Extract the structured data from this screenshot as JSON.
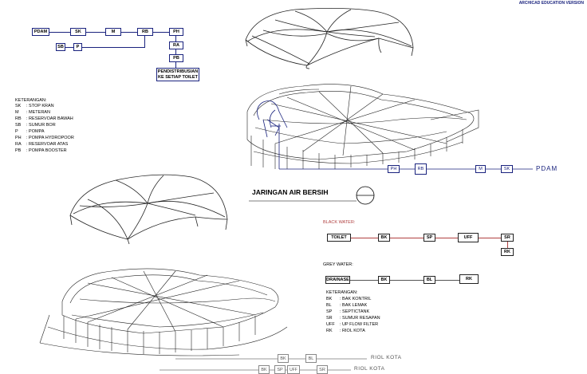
{
  "watermark": "ARCHICAD EDUCATION VERSION",
  "clean_water_flow": {
    "boxes": {
      "pdam": "PDAM",
      "sk": "SK",
      "m": "M",
      "rb": "RB",
      "ph": "PH",
      "sb": "SB",
      "p": "P",
      "ra": "RA",
      "pb": "PB",
      "dist_line1": "PENDISTRIBUSIAN",
      "dist_line2": "KE SETIAP TOILET"
    },
    "legend_title": "KETERANGAN:",
    "legend": [
      {
        "key": "SK",
        "desc": ": STOP KRAN"
      },
      {
        "key": "M",
        "desc": ": METERAN"
      },
      {
        "key": "RB",
        "desc": ": RESERVOAR BAWAH"
      },
      {
        "key": "SB",
        "desc": ": SUMUR BOR"
      },
      {
        "key": "P",
        "desc": ": POMPA"
      },
      {
        "key": "PH",
        "desc": ": POMPA HYDROPOOR"
      },
      {
        "key": "RA",
        "desc": ": RESERVOAR ATAS"
      },
      {
        "key": "PB",
        "desc": ": POMPA BOOSTER"
      }
    ]
  },
  "section_title": "JARINGAN AIR BERSIH",
  "pipe_labels_top": {
    "ph": "PH",
    "rb": "RB",
    "m": "M",
    "sk": "SK",
    "pdam": "PDAM"
  },
  "black_water": {
    "heading": "BLACK WATER:",
    "boxes": {
      "toilet": "TOILET",
      "bk": "BK",
      "sp": "SP",
      "uff": "UFF",
      "sr": "SR",
      "rk": "RK"
    }
  },
  "grey_water": {
    "heading": "GREY WATER:",
    "boxes": {
      "drainase": "DRAINASE",
      "bk": "BK",
      "bl": "BL",
      "rk": "RK"
    }
  },
  "waste_legend_title": "KETERANGAN:",
  "waste_legend": [
    {
      "key": "BK",
      "desc": ": BAK KONTRIL"
    },
    {
      "key": "BL",
      "desc": ": BAK LEMAK"
    },
    {
      "key": "SP",
      "desc": ": SEPTICTANK"
    },
    {
      "key": "SR",
      "desc": ": SUMUR RESAPAN"
    },
    {
      "key": "UFF",
      "desc": ": UP FLOW FILTER"
    },
    {
      "key": "RK",
      "desc": ": RIOL KOTA"
    }
  ],
  "bottom_pipes": {
    "row1": {
      "bk": "BK",
      "bl": "BL",
      "label": "RIOL KOTA"
    },
    "row2": {
      "bk": "BK",
      "sp": "SP",
      "uff": "UFF",
      "sr": "SR",
      "label": "RIOL KOTA"
    }
  },
  "colors": {
    "clean_water": "#1a237e",
    "black_water": "#b04040",
    "structure": "#222222"
  }
}
